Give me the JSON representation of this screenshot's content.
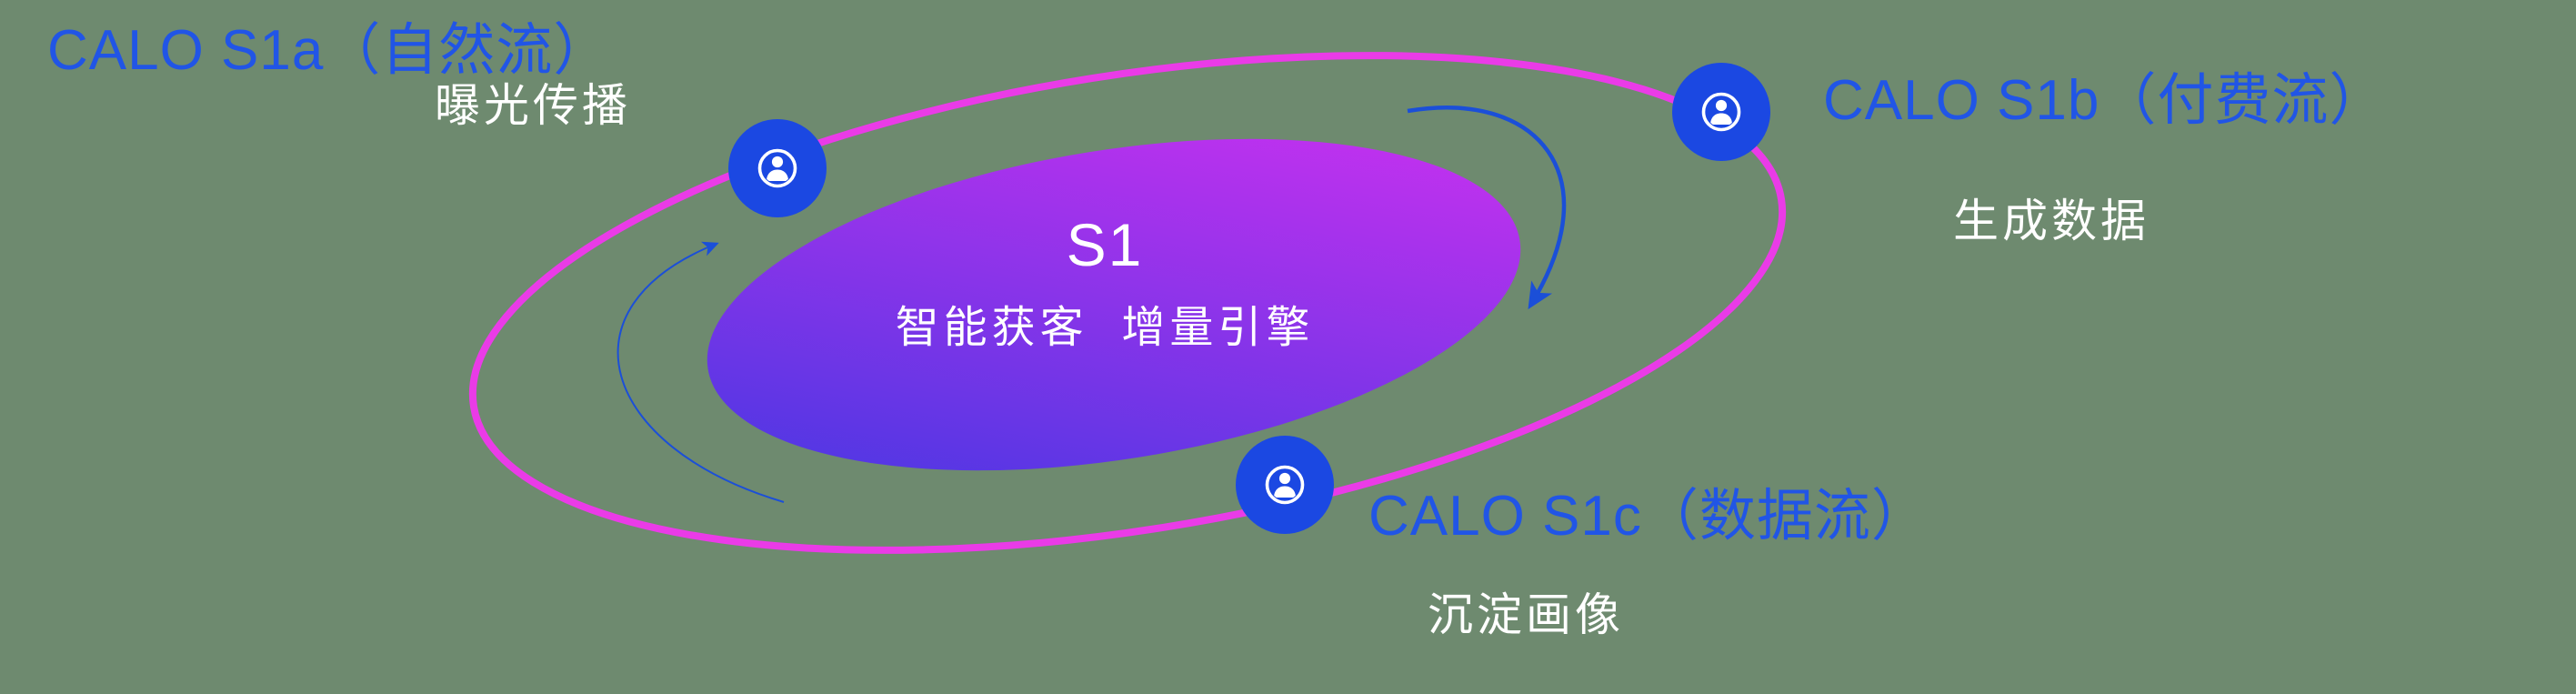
{
  "colors": {
    "background": "#6e8a6f",
    "accent_blue": "#2155e6",
    "node_blue": "#1b48e2",
    "ring_magenta": "#ea3be7",
    "core_gradient_start": "#4138e2",
    "core_gradient_end": "#d230f0",
    "arrow_blue": "#1b4fd8",
    "label_white": "#ffffff"
  },
  "core": {
    "title": "S1",
    "subtitle": "智能获客  增量引擎"
  },
  "nodes": [
    {
      "id": "calo-s1a",
      "title": "CALO S1a（自然流）",
      "subtitle": "曝光传播"
    },
    {
      "id": "calo-s1b",
      "title": "CALO S1b（付费流）",
      "subtitle": "生成数据"
    },
    {
      "id": "calo-s1c",
      "title": "CALO S1c（数据流）",
      "subtitle": "沉淀画像"
    }
  ]
}
